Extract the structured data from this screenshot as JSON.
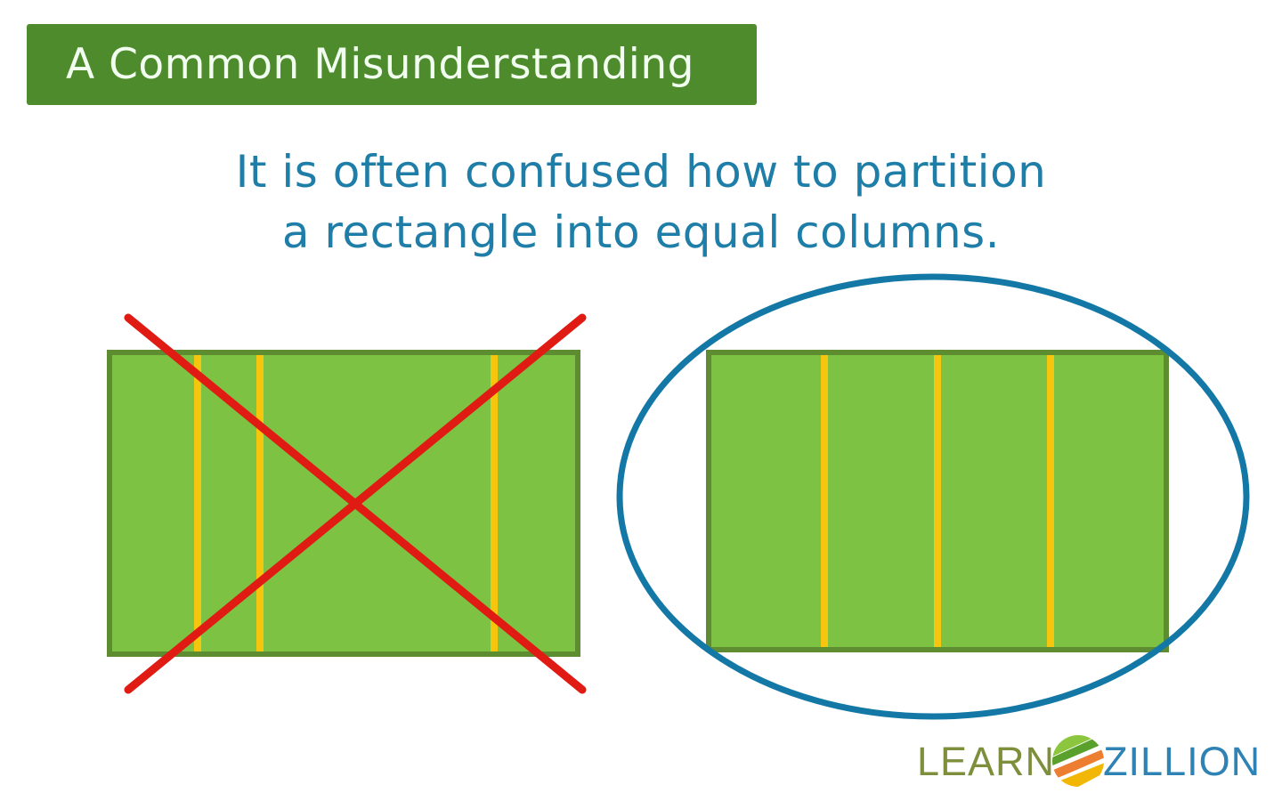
{
  "slide": {
    "title": "A Common Misunderstanding",
    "body_lines": [
      "It is often confused how to partition",
      "a rectangle into equal columns."
    ],
    "colors": {
      "banner_green": "#4E8B2C",
      "banner_text": "#F2FFF0",
      "body_blue": "#1F7EA8",
      "rect_fill": "#7DC242",
      "rect_border": "#5E8C31",
      "divider_yellow": "#F5C60D",
      "cross_red": "#E01B14",
      "circle_blue": "#1378A6",
      "background": "#FFFFFF"
    }
  },
  "figures": {
    "incorrect_example": {
      "label": "rectangle with unequal columns",
      "marker": "red-cross",
      "marker_meaning": "incorrect",
      "column_count": 4,
      "divider_positions_percent": [
        18.5,
        32,
        82.5
      ],
      "columns_equal": false
    },
    "correct_example": {
      "label": "rectangle with equal columns",
      "marker": "blue-circle",
      "marker_meaning": "correct",
      "column_count": 4,
      "divider_positions_percent": [
        25,
        50,
        75
      ],
      "columns_equal": true
    }
  },
  "logo": {
    "word_one": "LEARN",
    "word_two": "ZILLION",
    "icon": "globe-icon",
    "stripe_colors": [
      "#8CC63F",
      "#5AA02C",
      "#ED7D31",
      "#F2B705",
      "#F7D117",
      "#4E9BD5",
      "#2E6FA8"
    ],
    "word_one_color": "#7E8F3C",
    "word_two_color": "#2E82B4"
  }
}
